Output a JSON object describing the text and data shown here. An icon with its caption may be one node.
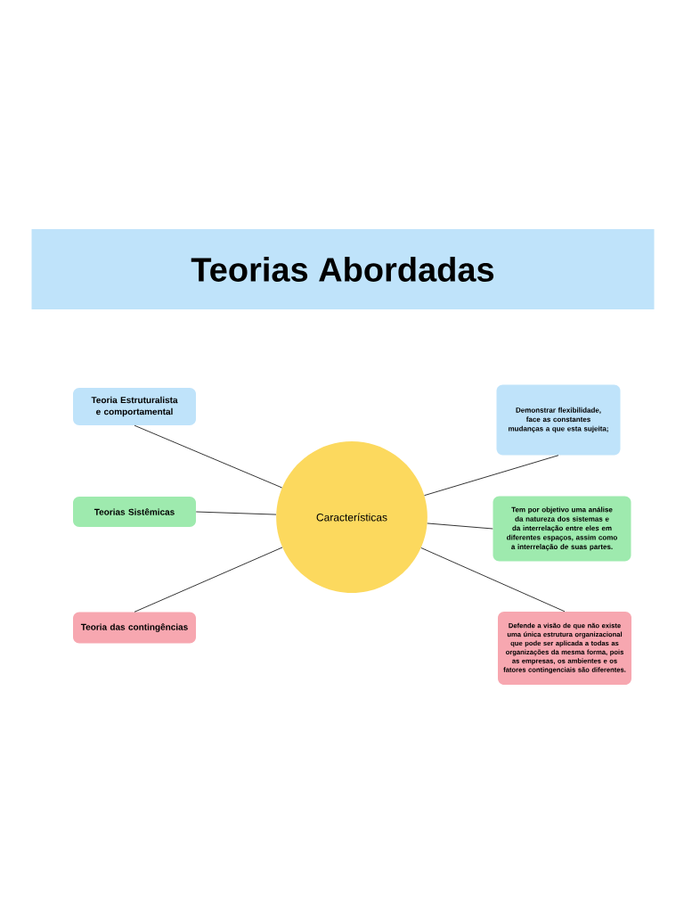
{
  "diagram": {
    "title": "Teorias Abordadas",
    "nodes": [
      {
        "text": [
          "Características"
        ]
      },
      {
        "text": [
          "Teoria Estruturalista e comportamental"
        ]
      },
      {
        "text": [
          "Demonstrar flexibilidade, face as constantes mudanças a que esta sujeita;"
        ]
      },
      {
        "text": [
          "Teorias Sistêmicas"
        ]
      },
      {
        "text": [
          "Tem por objetivo uma análise da natureza dos sistemas e da interrelação entre eles em diferentes espaços, assim como a interrelação de suas partes."
        ]
      },
      {
        "text": [
          "Teoria das contingências"
        ]
      },
      {
        "text": [
          "Defende a visão de que não existe uma única estrutura organizacional que pode ser aplicada a todas as organizações da mesma forma, pois as empresas, os ambientes e os fatores contingenciais são diferentes."
        ]
      }
    ],
    "edges": [
      {
        "from": 1,
        "to": 0,
        "arrow": "none"
      },
      {
        "from": 3,
        "to": 0,
        "arrow": "none"
      },
      {
        "from": 5,
        "to": 0,
        "arrow": "none"
      },
      {
        "from": 0,
        "to": 2,
        "arrow": "none"
      },
      {
        "from": 0,
        "to": 4,
        "arrow": "none"
      },
      {
        "from": 0,
        "to": 6,
        "arrow": "none"
      }
    ]
  }
}
